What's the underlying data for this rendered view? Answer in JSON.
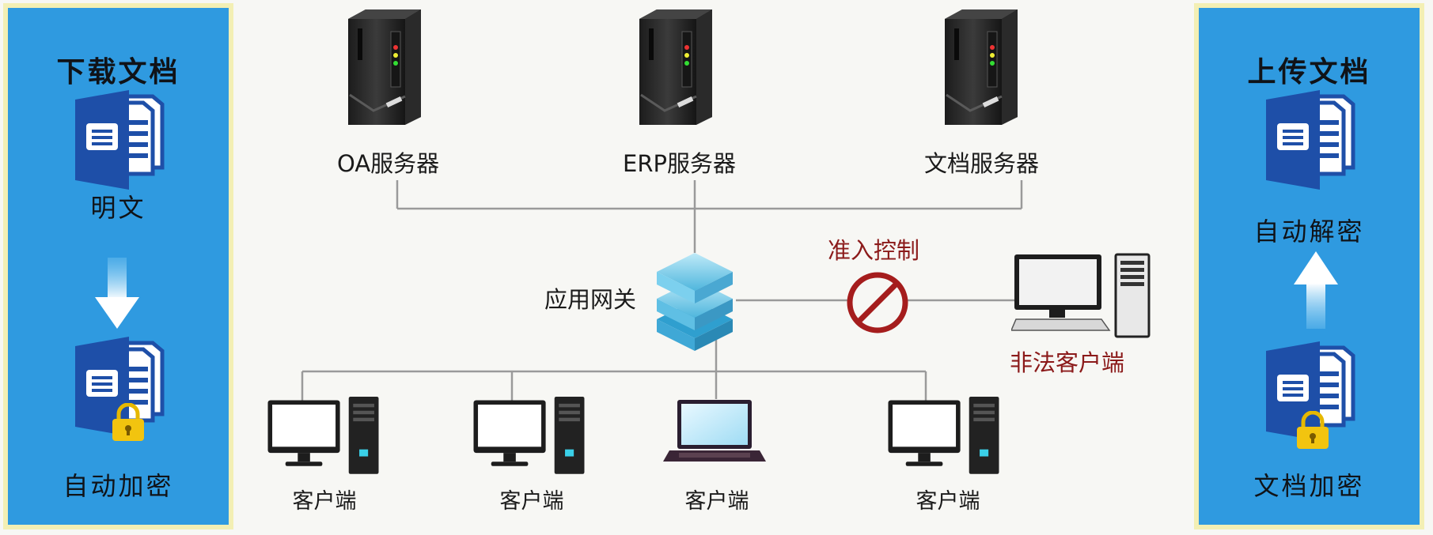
{
  "left_panel": {
    "title": "下载文档",
    "top_label": "明文",
    "bottom_label": "自动加密"
  },
  "right_panel": {
    "title": "上传文档",
    "top_label": "自动解密",
    "bottom_label": "文档加密"
  },
  "servers": [
    {
      "label": "OA服务器",
      "icon": "server-tower-icon"
    },
    {
      "label": "ERP服务器",
      "icon": "server-tower-icon"
    },
    {
      "label": "文档服务器",
      "icon": "server-tower-icon"
    }
  ],
  "gateway": {
    "label": "应用网关",
    "icon": "gateway-stack-icon"
  },
  "access_control": {
    "label": "准入控制",
    "icon": "prohibited-icon"
  },
  "illegal_client": {
    "label": "非法客户端",
    "icon": "desktop-computer-icon"
  },
  "clients": [
    {
      "label": "客户端",
      "icon": "desktop-computer-icon"
    },
    {
      "label": "客户端",
      "icon": "desktop-computer-icon"
    },
    {
      "label": "客户端",
      "icon": "laptop-icon"
    },
    {
      "label": "客户端",
      "icon": "desktop-computer-icon"
    }
  ],
  "colors": {
    "panel_blue": "#2f9ae0",
    "panel_border": "#f3efb4",
    "doc_blue": "#1e4fa8",
    "lock_yellow": "#f2c40f",
    "alert_red": "#8b1a1a",
    "line_gray": "#9a9a9a"
  }
}
